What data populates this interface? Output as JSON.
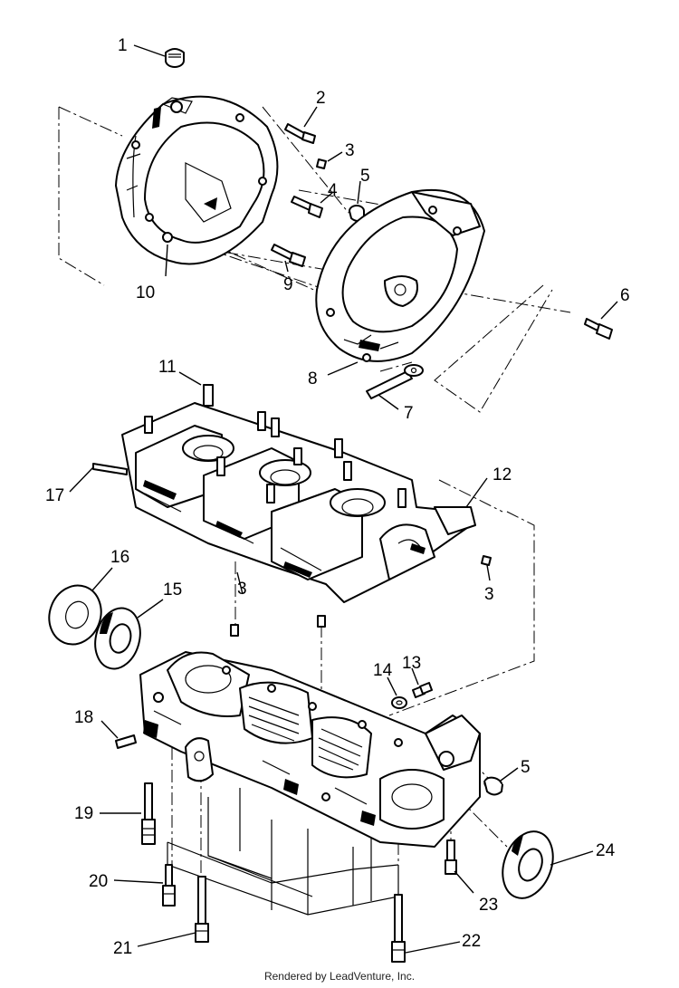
{
  "callouts": {
    "c1": "1",
    "c2": "2",
    "c3a": "3",
    "c4": "4",
    "c5a": "5",
    "c6": "6",
    "c7": "7",
    "c8": "8",
    "c9": "9",
    "c10": "10",
    "c11": "11",
    "c12": "12",
    "c3b": "3",
    "c3c": "3",
    "c13": "13",
    "c14": "14",
    "c15": "15",
    "c16": "16",
    "c17": "17",
    "c18": "18",
    "c5b": "5",
    "c19": "19",
    "c20": "20",
    "c21": "21",
    "c22": "22",
    "c23": "23",
    "c24": "24"
  },
  "footer": "Rendered by LeadVenture, Inc."
}
